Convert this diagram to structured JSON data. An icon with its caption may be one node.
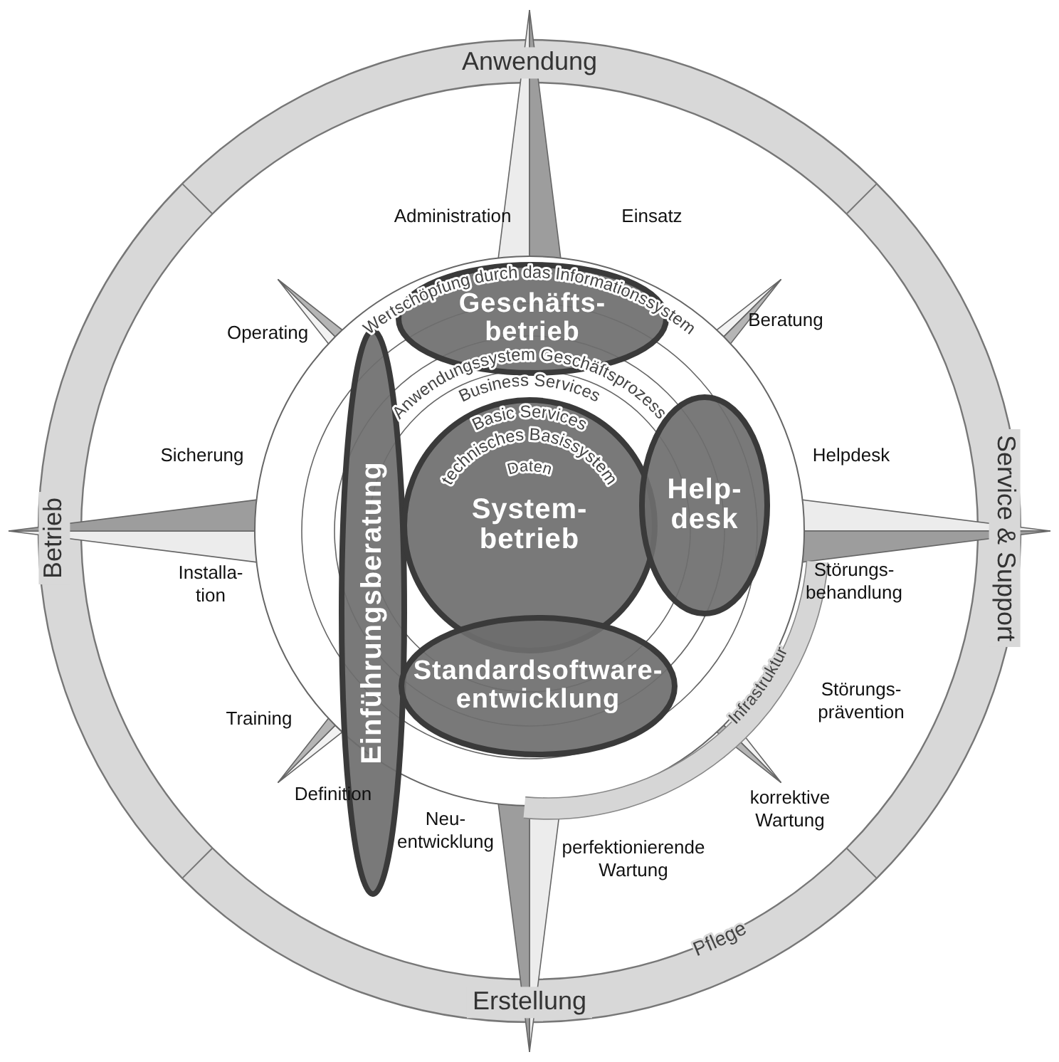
{
  "diagram": {
    "nodes": [
      {
        "text": [
          "Geschäfts- betrieb"
        ]
      },
      {
        "text": [
          "Einführungsberatung"
        ]
      },
      {
        "text": [
          "System- betrieb"
        ]
      },
      {
        "text": [
          "Help- desk"
        ]
      },
      {
        "text": [
          "Standardsoftware- entwicklung"
        ]
      }
    ],
    "labels": [
      "Anwendung",
      "Administration",
      "Einsatz",
      "Operating",
      "Beratung",
      "Wertschöpfung durch das Informationssystem",
      "Anwendungssystem Geschäftsprozess",
      "Business Services",
      "Basic Services",
      "Sicherung",
      "Helpdesk",
      "technisches Basissystem",
      "Daten",
      "Betrieb",
      "Service & Support",
      "Installa- tion",
      "Störungs- behandlung",
      "Training",
      "Störungs- prävention",
      "Infrastruktur",
      "Definition",
      "korrektive Wartung",
      "Neu- entwicklung",
      "perfektionierende Wartung",
      "Pflege",
      "Erstellung"
    ]
  }
}
